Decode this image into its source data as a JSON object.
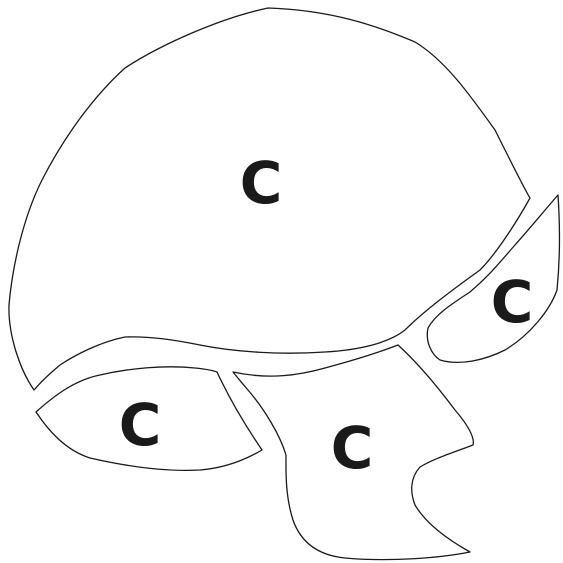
{
  "regions": {
    "cap": {
      "label": "C"
    },
    "right_strap": {
      "label": "C"
    },
    "left_flap": {
      "label": "C"
    },
    "neck_flap": {
      "label": "C"
    }
  },
  "style": {
    "stroke_color": "#1a1a1a",
    "fill_color": "#ffffff",
    "label_color": "#1a1a1a"
  }
}
